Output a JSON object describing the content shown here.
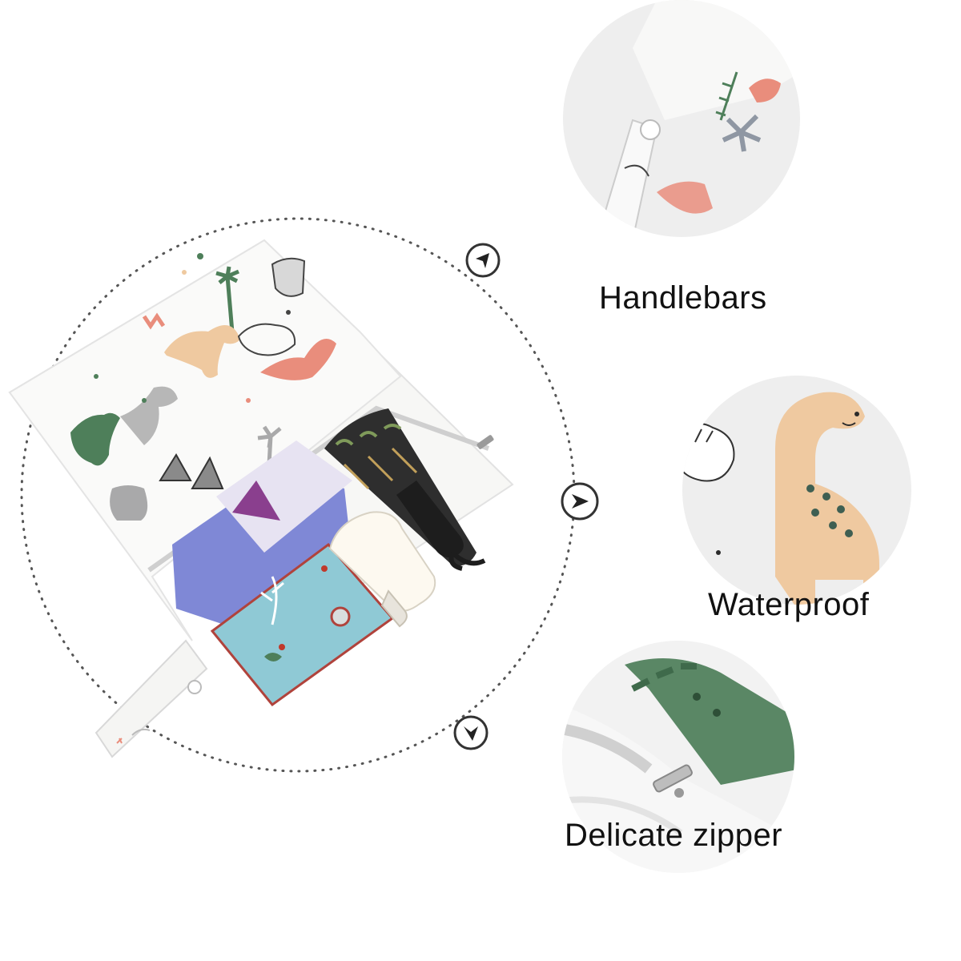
{
  "features": [
    {
      "label": "Handlebars"
    },
    {
      "label": "Waterproof"
    },
    {
      "label": "Delicate zipper"
    }
  ],
  "colors": {
    "background": "#ffffff",
    "dotted_ring": "#555555",
    "bubble": "#eeeeee",
    "bag_fabric": "#f7f7f5",
    "dino_green": "#4e7f5a",
    "dino_tan": "#efc9a0",
    "dino_coral": "#e98d7c",
    "dino_grey": "#a9a9aa",
    "passport_blue": "#8fc9d5",
    "folder_purple": "#8f86d6",
    "umbrella_dark": "#2b2b2b",
    "text": "#111111"
  }
}
